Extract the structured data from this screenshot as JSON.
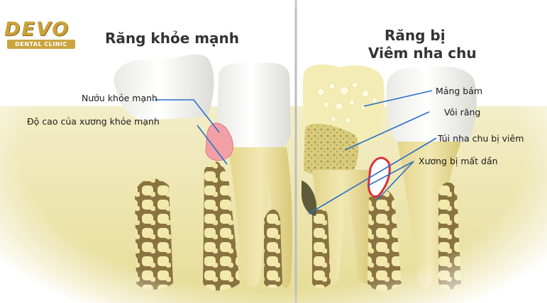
{
  "brand": {
    "logo_text": "DEVO",
    "logo_subtext": "DENTAL CLINIC",
    "logo_color": "#c9a23a"
  },
  "left_panel": {
    "title": "Răng khỏe mạnh",
    "labels": {
      "healthy_gum": "Nướu khỏe mạnh",
      "healthy_bone_height": "Độ cao của xương khỏe mạnh"
    }
  },
  "right_panel": {
    "title_line1": "Răng bị",
    "title_line2": "Viêm nha chu",
    "labels": {
      "plaque": "Mảng bám",
      "tartar": "Vôi răng",
      "inflamed_pocket": "Túi nha chu bị viêm",
      "bone_loss": "Xương bị mất dần"
    }
  },
  "colors": {
    "leader_line": "#2a6fc9",
    "gum_pink": "#f2a0a6",
    "bone_yellow": "#eae3a2",
    "tooth_white": "#f6f6f2"
  }
}
